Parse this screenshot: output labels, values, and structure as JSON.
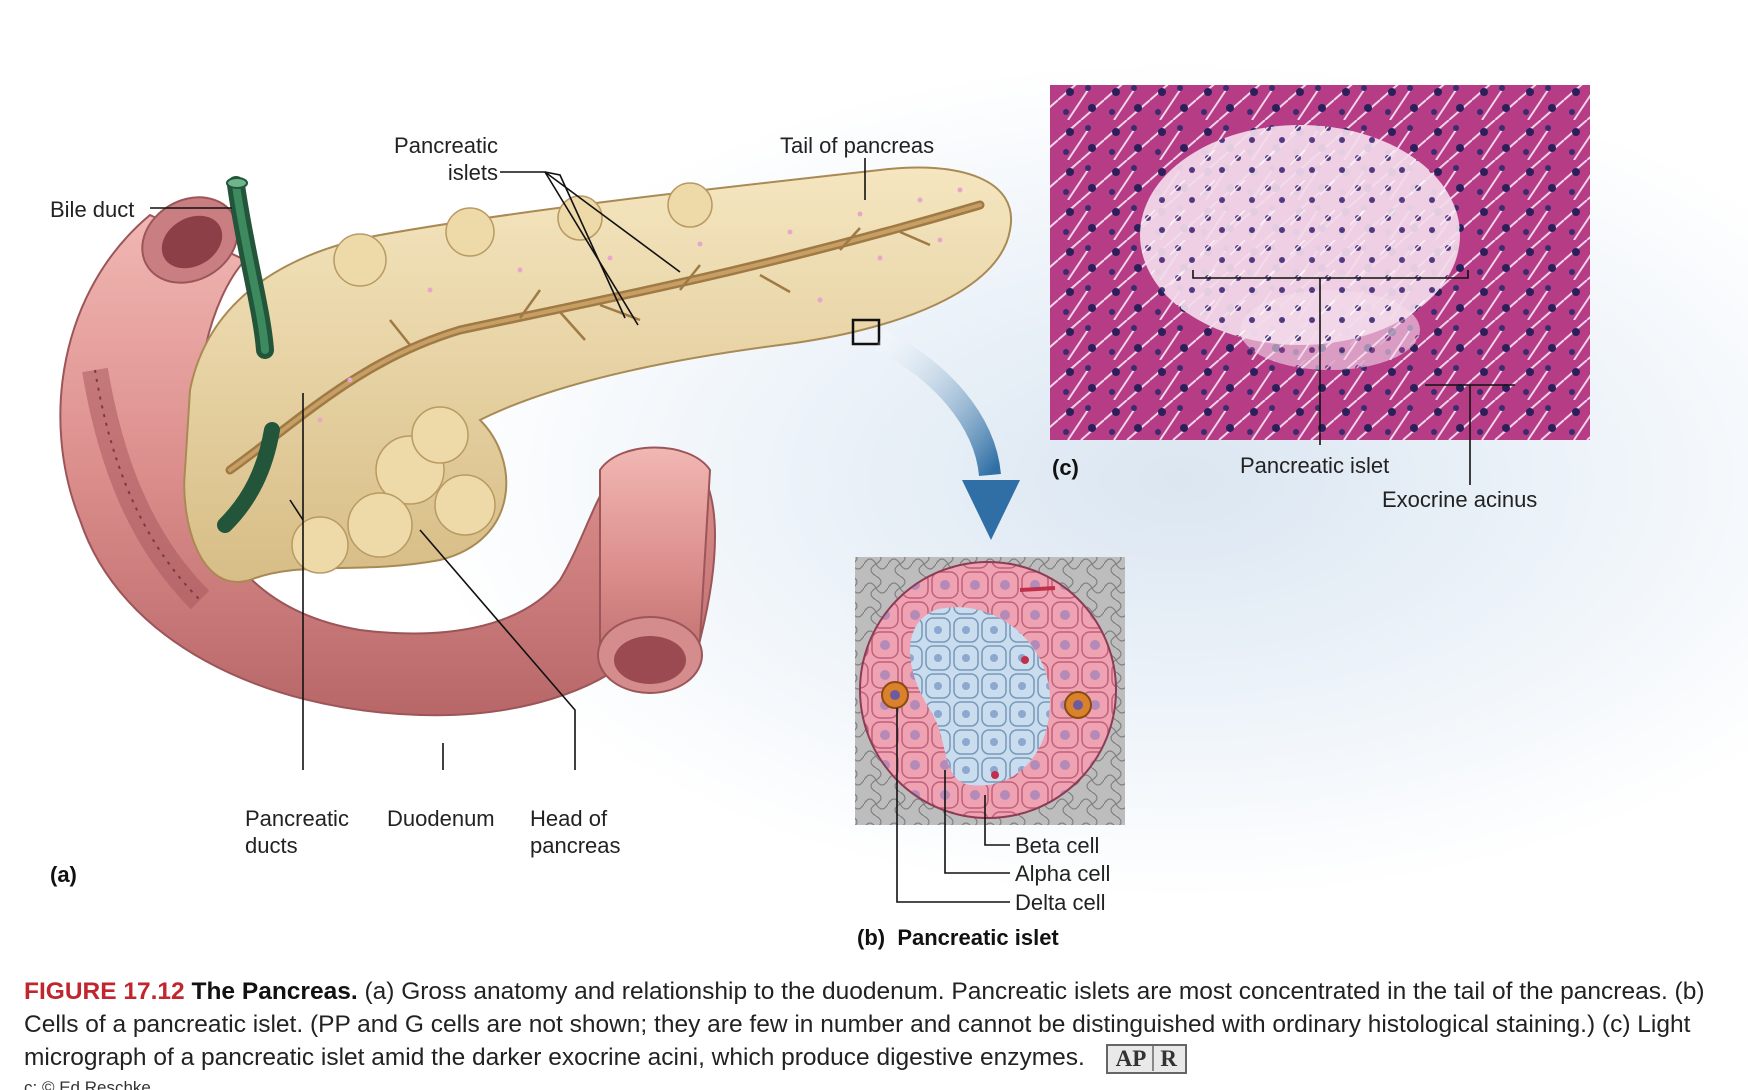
{
  "labels": {
    "pancreatic_islets": [
      "Pancreatic",
      "islets"
    ],
    "tail": "Tail of pancreas",
    "bile_duct": "Bile duct",
    "pancreatic_ducts": [
      "Pancreatic",
      "ducts"
    ],
    "duodenum": "Duodenum",
    "head": [
      "Head of",
      "pancreas"
    ],
    "panel_a": "(a)",
    "panel_c": "(c)",
    "micro_islet": "Pancreatic islet",
    "exocrine_acinus": "Exocrine acinus",
    "beta_cell": "Beta cell",
    "alpha_cell": "Alpha cell",
    "delta_cell": "Delta cell",
    "panel_b_tag": "(b)",
    "panel_b_title": "Pancreatic islet"
  },
  "caption": {
    "figure_number": "FIGURE 17.12",
    "figure_title": "The Pancreas.",
    "text": "(a) Gross anatomy and relationship to the duodenum. Pancreatic islets are most concentrated in the tail of the pancreas. (b) Cells of a pancreatic islet. (PP and G cells are not shown; they are few in number and cannot be distinguished with ordinary histological staining.) (c) Light micrograph of a pancreatic islet amid the darker exocrine acini, which produce digestive enzymes.",
    "badge_left": "AP",
    "badge_right": "R"
  },
  "credit": "c: © Ed Reschke",
  "colors": {
    "figure_number": "#c0262d",
    "duodenum": "#d99090",
    "pancreas": "#ecd6a4",
    "bile_duct": "#2e6b4a",
    "micrograph": "#c2458f",
    "beta_cells": "#f2a9b4",
    "alpha_cells": "#c5dbed",
    "delta_cells": "#d9822b"
  }
}
